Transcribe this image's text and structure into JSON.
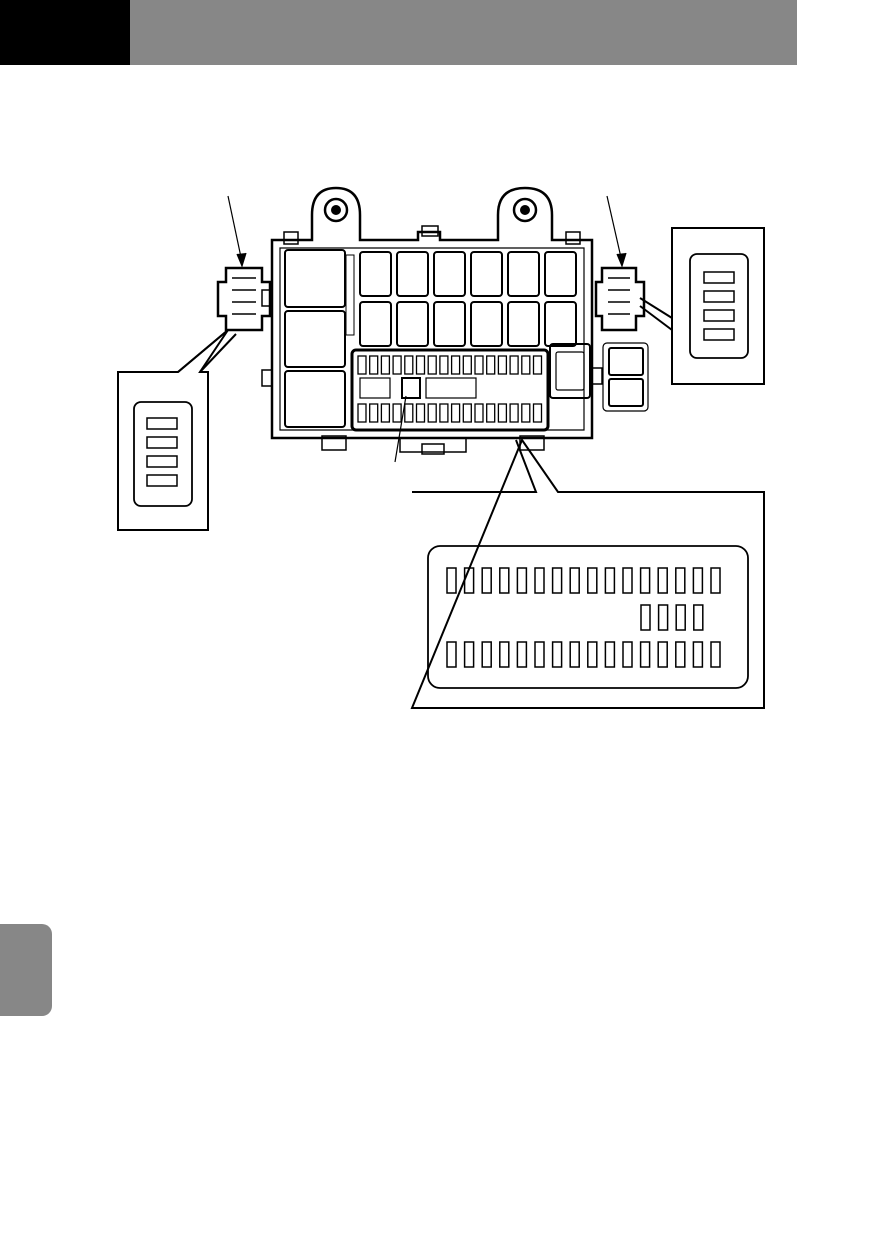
{
  "page": {
    "header_black_color": "#000000",
    "header_gray_color": "#878787",
    "side_tab_color": "#878787"
  },
  "diagram": {
    "left_connector_detail": {
      "pins": 4
    },
    "right_connector_detail": {
      "pins": 4
    },
    "fuse_panel_detail": {
      "top_row": 16,
      "middle_row": 4,
      "bottom_row": 16
    },
    "relay_top_row": 6,
    "relay_bottom_row": 6
  }
}
